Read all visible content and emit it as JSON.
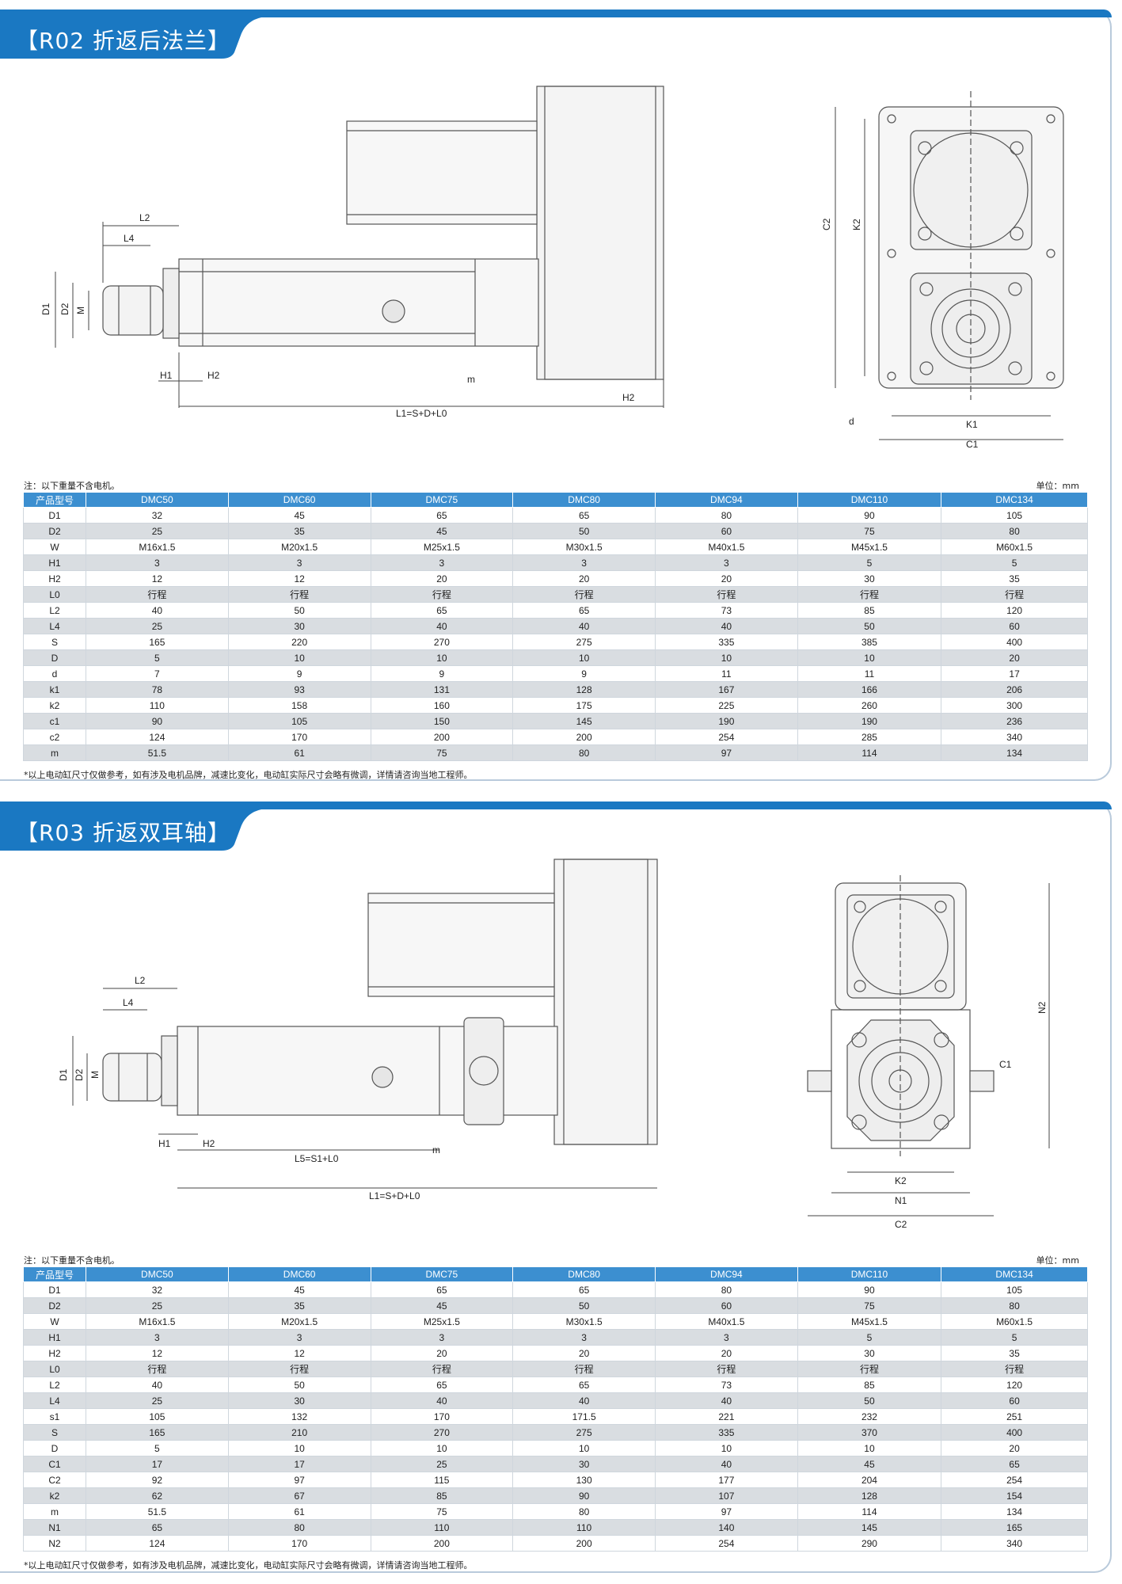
{
  "r02": {
    "title": "【R02  折返后法兰】",
    "note": "注：以下重量不含电机。",
    "unit": "单位：mm",
    "footnote": "*以上电动缸尺寸仅做参考，如有涉及电机品牌，减速比变化，电动缸实际尺寸会略有微调，详情请咨询当地工程师。",
    "drawing_labels": {
      "l2": "L2",
      "l4": "L4",
      "d1": "D1",
      "d2": "D2",
      "m": "M",
      "h1": "H1",
      "h2": "H2",
      "h2b": "H2",
      "mm": "m",
      "l1": "L1=S+D+L0",
      "c2": "C2",
      "k2": "K2",
      "k1": "K1",
      "c1": "C1",
      "d": "d"
    },
    "headers": [
      "产品型号",
      "DMC50",
      "DMC60",
      "DMC75",
      "DMC80",
      "DMC94",
      "DMC110",
      "DMC134"
    ],
    "rows": [
      [
        "D1",
        "32",
        "45",
        "65",
        "65",
        "80",
        "90",
        "105"
      ],
      [
        "D2",
        "25",
        "35",
        "45",
        "50",
        "60",
        "75",
        "80"
      ],
      [
        "W",
        "M16x1.5",
        "M20x1.5",
        "M25x1.5",
        "M30x1.5",
        "M40x1.5",
        "M45x1.5",
        "M60x1.5"
      ],
      [
        "H1",
        "3",
        "3",
        "3",
        "3",
        "3",
        "5",
        "5"
      ],
      [
        "H2",
        "12",
        "12",
        "20",
        "20",
        "20",
        "30",
        "35"
      ],
      [
        "L0",
        "行程",
        "行程",
        "行程",
        "行程",
        "行程",
        "行程",
        "行程"
      ],
      [
        "L2",
        "40",
        "50",
        "65",
        "65",
        "73",
        "85",
        "120"
      ],
      [
        "L4",
        "25",
        "30",
        "40",
        "40",
        "40",
        "50",
        "60"
      ],
      [
        "S",
        "165",
        "220",
        "270",
        "275",
        "335",
        "385",
        "400"
      ],
      [
        "D",
        "5",
        "10",
        "10",
        "10",
        "10",
        "10",
        "20"
      ],
      [
        "d",
        "7",
        "9",
        "9",
        "9",
        "11",
        "11",
        "17"
      ],
      [
        "k1",
        "78",
        "93",
        "131",
        "128",
        "167",
        "166",
        "206"
      ],
      [
        "k2",
        "110",
        "158",
        "160",
        "175",
        "225",
        "260",
        "300"
      ],
      [
        "c1",
        "90",
        "105",
        "150",
        "145",
        "190",
        "190",
        "236"
      ],
      [
        "c2",
        "124",
        "170",
        "200",
        "200",
        "254",
        "285",
        "340"
      ],
      [
        "m",
        "51.5",
        "61",
        "75",
        "80",
        "97",
        "114",
        "134"
      ]
    ]
  },
  "r03": {
    "title": "【R03  折返双耳轴】",
    "note": "注：以下重量不含电机。",
    "unit": "单位：mm",
    "footnote": "*以上电动缸尺寸仅做参考，如有涉及电机品牌，减速比变化，电动缸实际尺寸会略有微调，详情请咨询当地工程师。",
    "drawing_labels": {
      "l2": "L2",
      "l4": "L4",
      "d1": "D1",
      "d2": "D2",
      "m": "M",
      "h1": "H1",
      "h2": "H2",
      "mm": "m",
      "l5": "L5=S1+L0",
      "l1": "L1=S+D+L0",
      "c1": "C1",
      "n2": "N2",
      "k2": "K2",
      "n1": "N1",
      "c2": "C2"
    },
    "headers": [
      "产品型号",
      "DMC50",
      "DMC60",
      "DMC75",
      "DMC80",
      "DMC94",
      "DMC110",
      "DMC134"
    ],
    "rows": [
      [
        "D1",
        "32",
        "45",
        "65",
        "65",
        "80",
        "90",
        "105"
      ],
      [
        "D2",
        "25",
        "35",
        "45",
        "50",
        "60",
        "75",
        "80"
      ],
      [
        "W",
        "M16x1.5",
        "M20x1.5",
        "M25x1.5",
        "M30x1.5",
        "M40x1.5",
        "M45x1.5",
        "M60x1.5"
      ],
      [
        "H1",
        "3",
        "3",
        "3",
        "3",
        "3",
        "5",
        "5"
      ],
      [
        "H2",
        "12",
        "12",
        "20",
        "20",
        "20",
        "30",
        "35"
      ],
      [
        "L0",
        "行程",
        "行程",
        "行程",
        "行程",
        "行程",
        "行程",
        "行程"
      ],
      [
        "L2",
        "40",
        "50",
        "65",
        "65",
        "73",
        "85",
        "120"
      ],
      [
        "L4",
        "25",
        "30",
        "40",
        "40",
        "40",
        "50",
        "60"
      ],
      [
        "s1",
        "105",
        "132",
        "170",
        "171.5",
        "221",
        "232",
        "251"
      ],
      [
        "S",
        "165",
        "210",
        "270",
        "275",
        "335",
        "370",
        "400"
      ],
      [
        "D",
        "5",
        "10",
        "10",
        "10",
        "10",
        "10",
        "20"
      ],
      [
        "C1",
        "17",
        "17",
        "25",
        "30",
        "40",
        "45",
        "65"
      ],
      [
        "C2",
        "92",
        "97",
        "115",
        "130",
        "177",
        "204",
        "254"
      ],
      [
        "k2",
        "62",
        "67",
        "85",
        "90",
        "107",
        "128",
        "154"
      ],
      [
        "m",
        "51.5",
        "61",
        "75",
        "80",
        "97",
        "114",
        "134"
      ],
      [
        "N1",
        "65",
        "80",
        "110",
        "110",
        "140",
        "145",
        "165"
      ],
      [
        "N2",
        "124",
        "170",
        "200",
        "200",
        "254",
        "290",
        "340"
      ]
    ]
  }
}
